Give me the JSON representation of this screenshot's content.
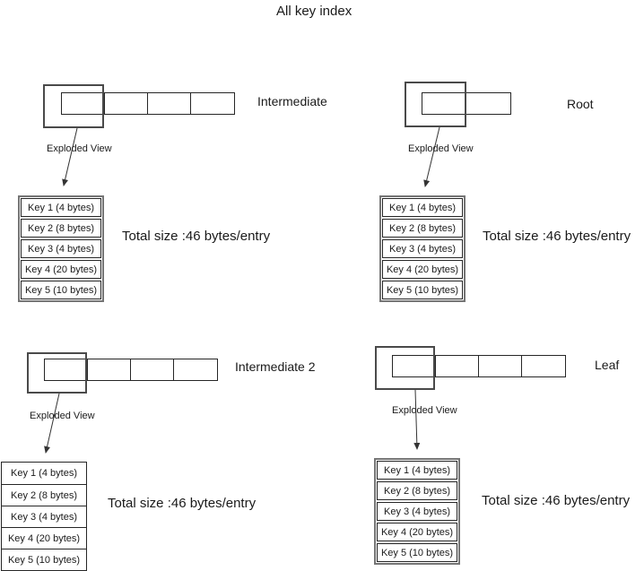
{
  "title": "All key index",
  "exploded_view_label": "Exploded View",
  "total_size_label": "Total size :46 bytes/entry",
  "keys": [
    "Key 1 (4 bytes)",
    "Key 2 (8 bytes)",
    "Key 3 (4 bytes)",
    "Key 4 (20 bytes)",
    "Key 5 (10 bytes)"
  ],
  "nodes": [
    {
      "label": "Intermediate",
      "cells": 4
    },
    {
      "label": "Root",
      "cells": 2
    },
    {
      "label": "Intermediate 2",
      "cells": 4
    },
    {
      "label": "Leaf",
      "cells": 4
    }
  ],
  "colors": {
    "background": "#ffffff",
    "line": "#333333",
    "thin_border": "#262626",
    "thick_border": "#4a4a4a",
    "stack_border": "#757575",
    "text": "#1a1a1a"
  }
}
